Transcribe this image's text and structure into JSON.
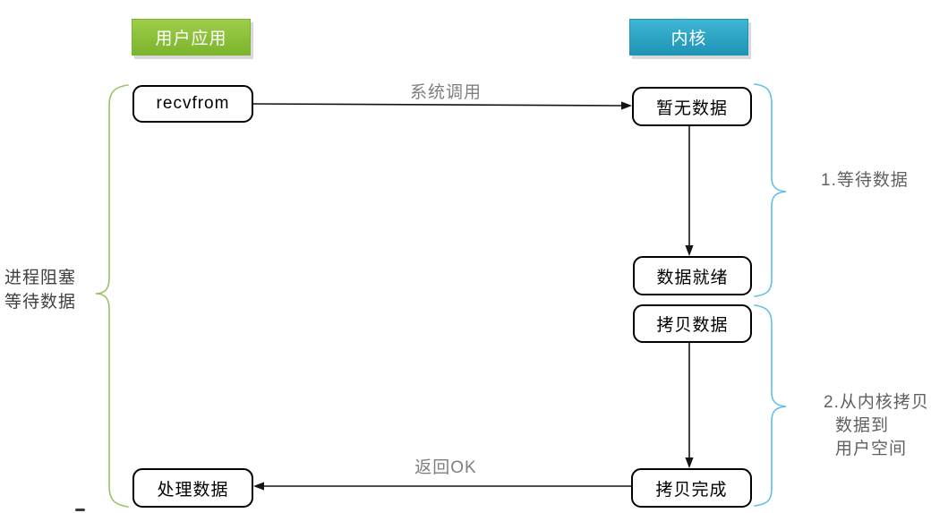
{
  "colors": {
    "green_top": "#9ecd49",
    "green_bottom": "#7cb42e",
    "blue_top": "#3fb6d3",
    "blue_bottom": "#1e93b6",
    "left_brace": "#97c45f",
    "right_brace": "#5fc0e4",
    "edge_label": "#7f7f7f",
    "annotation": "#616161",
    "left_label": "#404040"
  },
  "headers": {
    "user_app": "用户应用",
    "kernel": "内核"
  },
  "nodes": {
    "recvfrom": "recvfrom",
    "no_data": "暂无数据",
    "data_ready": "数据就绪",
    "copy_data": "拷贝数据",
    "copy_done": "拷贝完成",
    "process_data": "处理数据"
  },
  "edge_labels": {
    "syscall": "系统调用",
    "return_ok": "返回OK"
  },
  "annotations": {
    "process_block_line1": "进程阻塞",
    "process_block_line2": "等待数据",
    "step1": "1.等待数据",
    "step2_line1": "2.从内核拷贝",
    "step2_line2": "数据到",
    "step2_line3": "用户空间"
  }
}
